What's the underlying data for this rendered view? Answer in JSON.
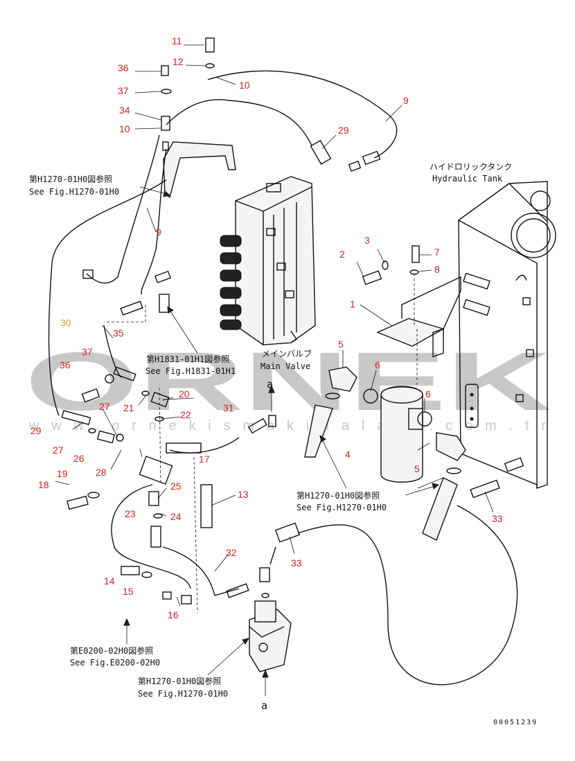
{
  "watermark": {
    "brand": "ORNEK",
    "url": "www.ornekismakinalari.com.tr"
  },
  "diagram_id": "00051239",
  "labels": {
    "hydraulic_tank_jp": "ハイドロリックタンク",
    "hydraulic_tank_en": "Hydraulic Tank",
    "main_valve_jp": "メインバルブ",
    "main_valve_en": "Main Valve",
    "ref_h1270_a_jp": "第H1270-01H0図参照",
    "ref_h1270_a_en": "See Fig.H1270-01H0",
    "ref_h1831_jp": "第H1831-01H1図参照",
    "ref_h1831_en": "See Fig.H1831-01H1",
    "ref_h1270_b_jp": "第H1270-01H0図参照",
    "ref_h1270_b_en": "See Fig.H1270-01H0",
    "ref_e0200_jp": "第E0200-02H0図参照",
    "ref_e0200_en": "See Fig.E0200-02H0",
    "ref_h1270_c_jp": "第H1270-01H0図参照",
    "ref_h1270_c_en": "See Fig.H1270-01H0",
    "arrow_a_upper": "a",
    "arrow_a_lower": "a"
  },
  "part_numbers": {
    "p11": "11",
    "p12": "12",
    "p36a": "36",
    "p37a": "37",
    "p10a": "10",
    "p34": "34",
    "p10b": "10",
    "p9a": "9",
    "p29a": "29",
    "p9b": "9",
    "p3": "3",
    "p7": "7",
    "p2": "2",
    "p8": "8",
    "p1": "1",
    "p30": "30",
    "p35": "35",
    "p37b": "37",
    "p36b": "36",
    "p5a": "5",
    "p6a": "6",
    "p6b": "6",
    "p20": "20",
    "p21": "21",
    "p27a": "27",
    "p22": "22",
    "p31": "31",
    "p29b": "29",
    "p27b": "27",
    "p26": "26",
    "p17": "17",
    "p4": "4",
    "p5b": "5",
    "p28": "28",
    "p19": "19",
    "p18": "18",
    "p25": "25",
    "p13": "13",
    "p23": "23",
    "p24": "24",
    "p33a": "33",
    "p32": "32",
    "p33b": "33",
    "p14": "14",
    "p15": "15",
    "p16": "16"
  }
}
